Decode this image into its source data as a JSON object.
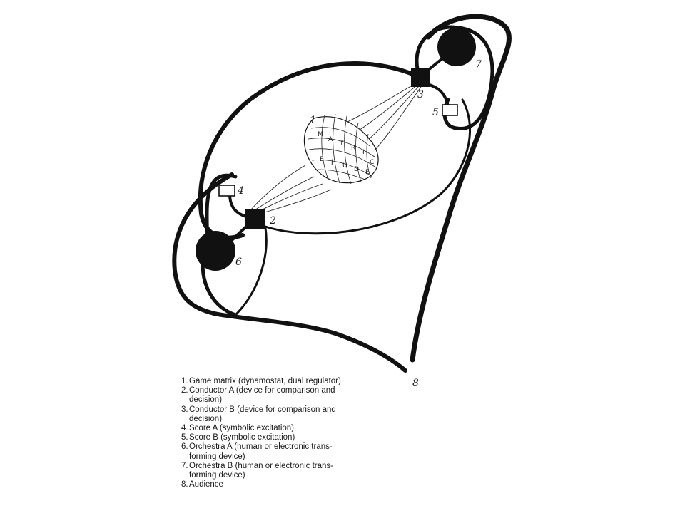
{
  "diagram": {
    "labels": {
      "matrix": "1",
      "conductor_a": "2",
      "conductor_b": "3",
      "score_a": "4",
      "score_b": "5",
      "orchestra_a": "6",
      "orchestra_b": "7",
      "audience": "8"
    },
    "matrix_letters": [
      "M",
      "A",
      "T",
      "R",
      "I",
      "C",
      "E",
      "D",
      "U",
      "J",
      "E"
    ]
  },
  "legend": [
    {
      "num": "1.",
      "lines": [
        "Game matrix (dynamostat, dual regulator)"
      ]
    },
    {
      "num": "2.",
      "lines": [
        "Conductor A (device for comparison and",
        "decision)"
      ]
    },
    {
      "num": "3.",
      "lines": [
        "Conductor B (device for comparison and",
        "decision)"
      ]
    },
    {
      "num": "4.",
      "lines": [
        "Score A (symbolic excitation)"
      ]
    },
    {
      "num": "5.",
      "lines": [
        "Score B (symbolic excitation)"
      ]
    },
    {
      "num": "6.",
      "lines": [
        "Orchestra A (human or electronic trans-",
        "forming device)"
      ]
    },
    {
      "num": "7.",
      "lines": [
        "Orchestra B (human or electronic trans-",
        "forming device)"
      ]
    },
    {
      "num": "8.",
      "lines": [
        "Audience"
      ]
    }
  ],
  "colors": {
    "ink": "#111111",
    "paper": "#ffffff"
  }
}
